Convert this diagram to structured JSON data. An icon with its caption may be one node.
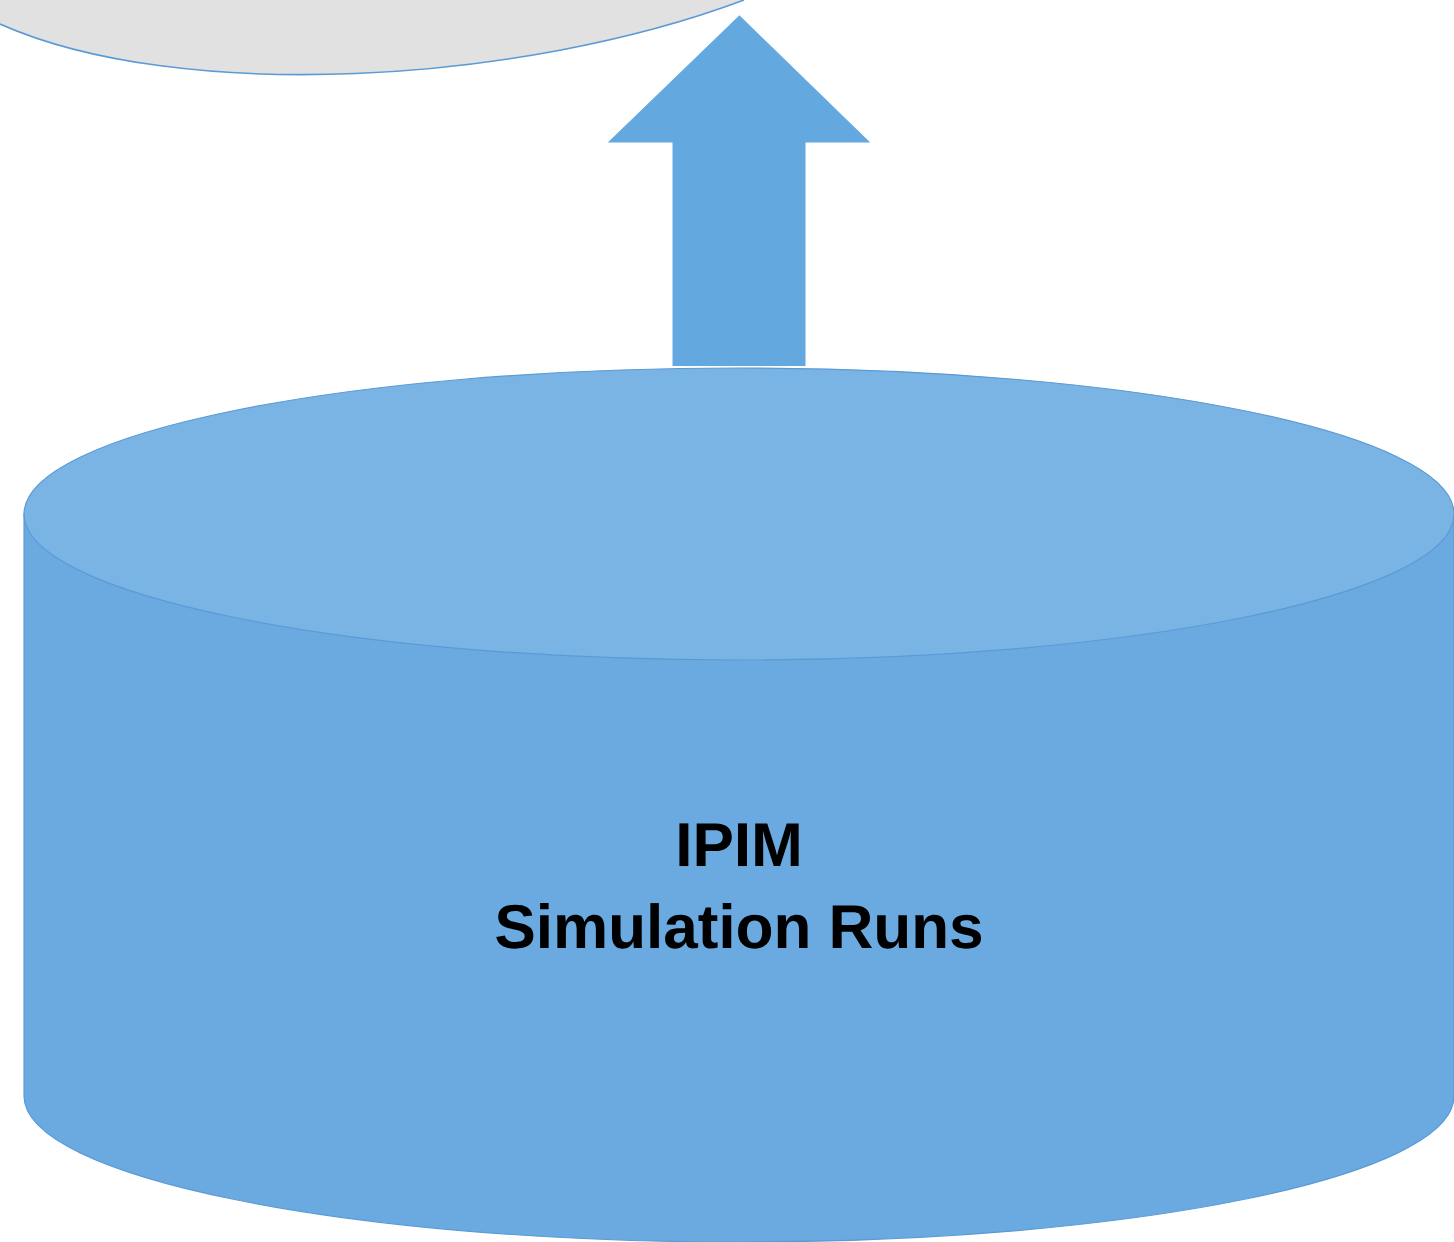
{
  "diagram": {
    "nodes": [
      {
        "text": [],
        "shape": "box"
      },
      {
        "text": [
          "IPIM",
          "Simulation Runs"
        ]
      }
    ],
    "edges": [
      {
        "from": 1,
        "to": 0,
        "arrow": "to",
        "style": "thick"
      }
    ]
  }
}
